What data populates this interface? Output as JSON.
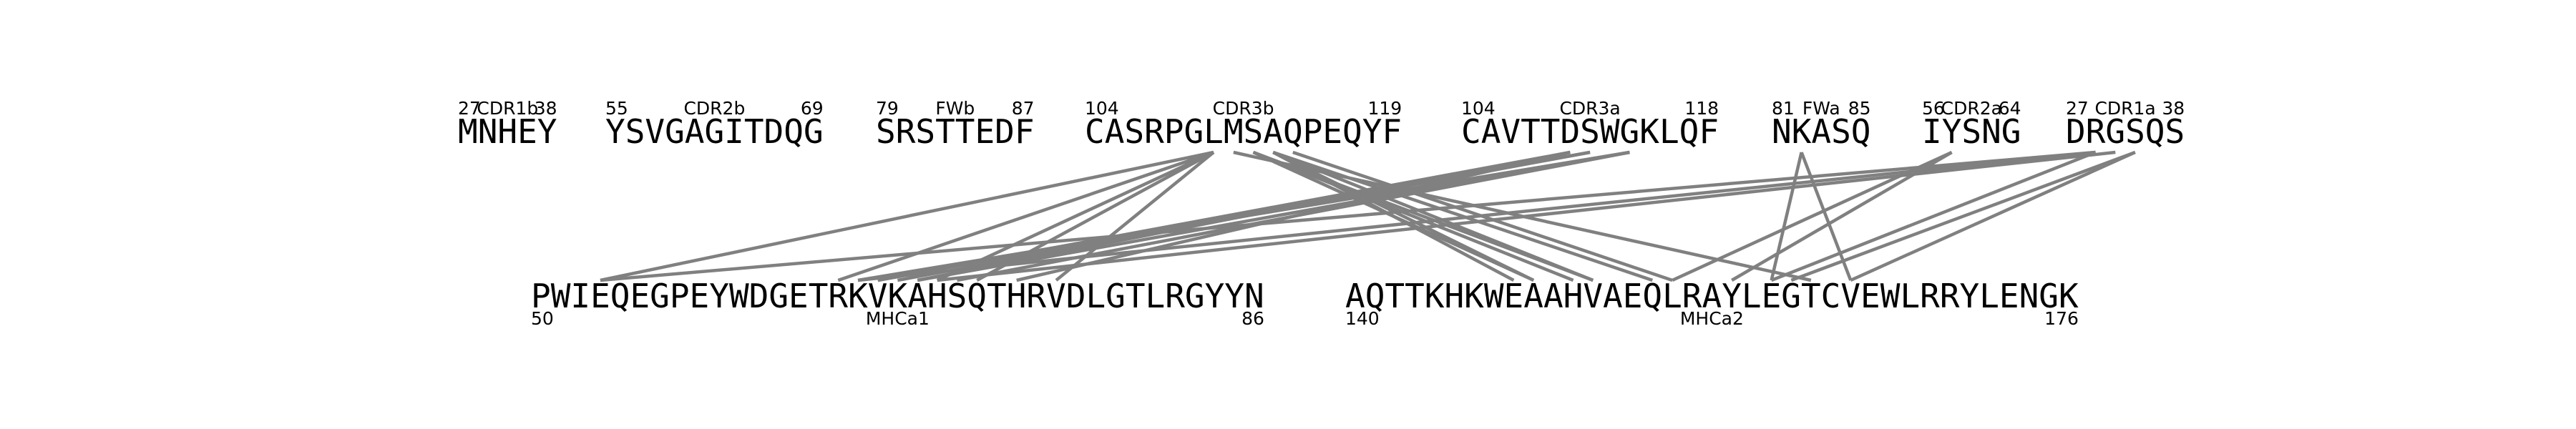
{
  "tcr_segments": [
    {
      "id": "cdr1b",
      "sequence": "MNHEY",
      "label": "CDR1b",
      "start": "27",
      "end": "38"
    },
    {
      "id": "cdr2b",
      "sequence": "YSVGAGITDQG",
      "label": "CDR2b",
      "start": "55",
      "end": "69"
    },
    {
      "id": "fwb",
      "sequence": "SRSTTEDF",
      "label": "FWb",
      "start": "79",
      "end": "87"
    },
    {
      "id": "cdr3b",
      "sequence": "CASRPGLMSAQPEQYF",
      "label": "CDR3b",
      "start": "104",
      "end": "119"
    },
    {
      "id": "cdr3a",
      "sequence": "CAVTTDSWGKLQF",
      "label": "CDR3a",
      "start": "104",
      "end": "118"
    },
    {
      "id": "fwa",
      "sequence": "NKASQ",
      "label": "FWa",
      "start": "81",
      "end": "85"
    },
    {
      "id": "cdr2a",
      "sequence": "IYSNG",
      "label": "CDR2a",
      "start": "56",
      "end": "64"
    },
    {
      "id": "cdr1a",
      "sequence": "DRGSQS",
      "label": "CDR1a",
      "start": "27",
      "end": "38"
    }
  ],
  "mhc_segments": [
    {
      "id": "mhca1",
      "sequence": "PWIEQEGPEYWDGETRKVKAHSQTHRVDLGTLRGYYN",
      "label": "MHCa1",
      "start": "50",
      "end": "86"
    },
    {
      "id": "mhca2",
      "sequence": "AQTTKHKWEAAHVAEQLRAYLEGTCVEWLRRYLENGK",
      "label": "MHCa2",
      "start": "140",
      "end": "176"
    }
  ],
  "contacts": [
    [
      "cdr3b",
      6,
      "mhca1",
      3
    ],
    [
      "cdr3b",
      6,
      "mhca1",
      15
    ],
    [
      "cdr3b",
      6,
      "mhca1",
      20
    ],
    [
      "cdr3b",
      6,
      "mhca1",
      22
    ],
    [
      "cdr3b",
      6,
      "mhca1",
      26
    ],
    [
      "cdr3b",
      7,
      "mhca2",
      23
    ],
    [
      "cdr3b",
      8,
      "mhca2",
      9
    ],
    [
      "cdr3b",
      8,
      "mhca2",
      11
    ],
    [
      "cdr3b",
      8,
      "mhca2",
      12
    ],
    [
      "cdr3b",
      9,
      "mhca2",
      8
    ],
    [
      "cdr3b",
      9,
      "mhca2",
      9
    ],
    [
      "cdr3b",
      9,
      "mhca2",
      12
    ],
    [
      "cdr3b",
      9,
      "mhca2",
      15
    ],
    [
      "cdr3b",
      10,
      "mhca2",
      16
    ],
    [
      "cdr3a",
      5,
      "mhca1",
      17
    ],
    [
      "cdr3a",
      5,
      "mhca1",
      19
    ],
    [
      "cdr3a",
      5,
      "mhca1",
      24
    ],
    [
      "cdr3a",
      6,
      "mhca1",
      17
    ],
    [
      "cdr3a",
      6,
      "mhca1",
      18
    ],
    [
      "cdr3a",
      8,
      "mhca1",
      16
    ],
    [
      "cdr3a",
      8,
      "mhca1",
      19
    ],
    [
      "cdr3a",
      8,
      "mhca1",
      21
    ],
    [
      "fwa",
      1,
      "mhca2",
      21
    ],
    [
      "fwa",
      1,
      "mhca2",
      25
    ],
    [
      "cdr2a",
      1,
      "mhca2",
      16
    ],
    [
      "cdr2a",
      1,
      "mhca2",
      19
    ],
    [
      "cdr1a",
      1,
      "mhca1",
      3
    ],
    [
      "cdr1a",
      1,
      "mhca1",
      16
    ],
    [
      "cdr1a",
      1,
      "mhca2",
      21
    ],
    [
      "cdr1a",
      2,
      "mhca1",
      20
    ],
    [
      "cdr1a",
      3,
      "mhca2",
      22
    ],
    [
      "cdr1a",
      3,
      "mhca2",
      25
    ]
  ]
}
